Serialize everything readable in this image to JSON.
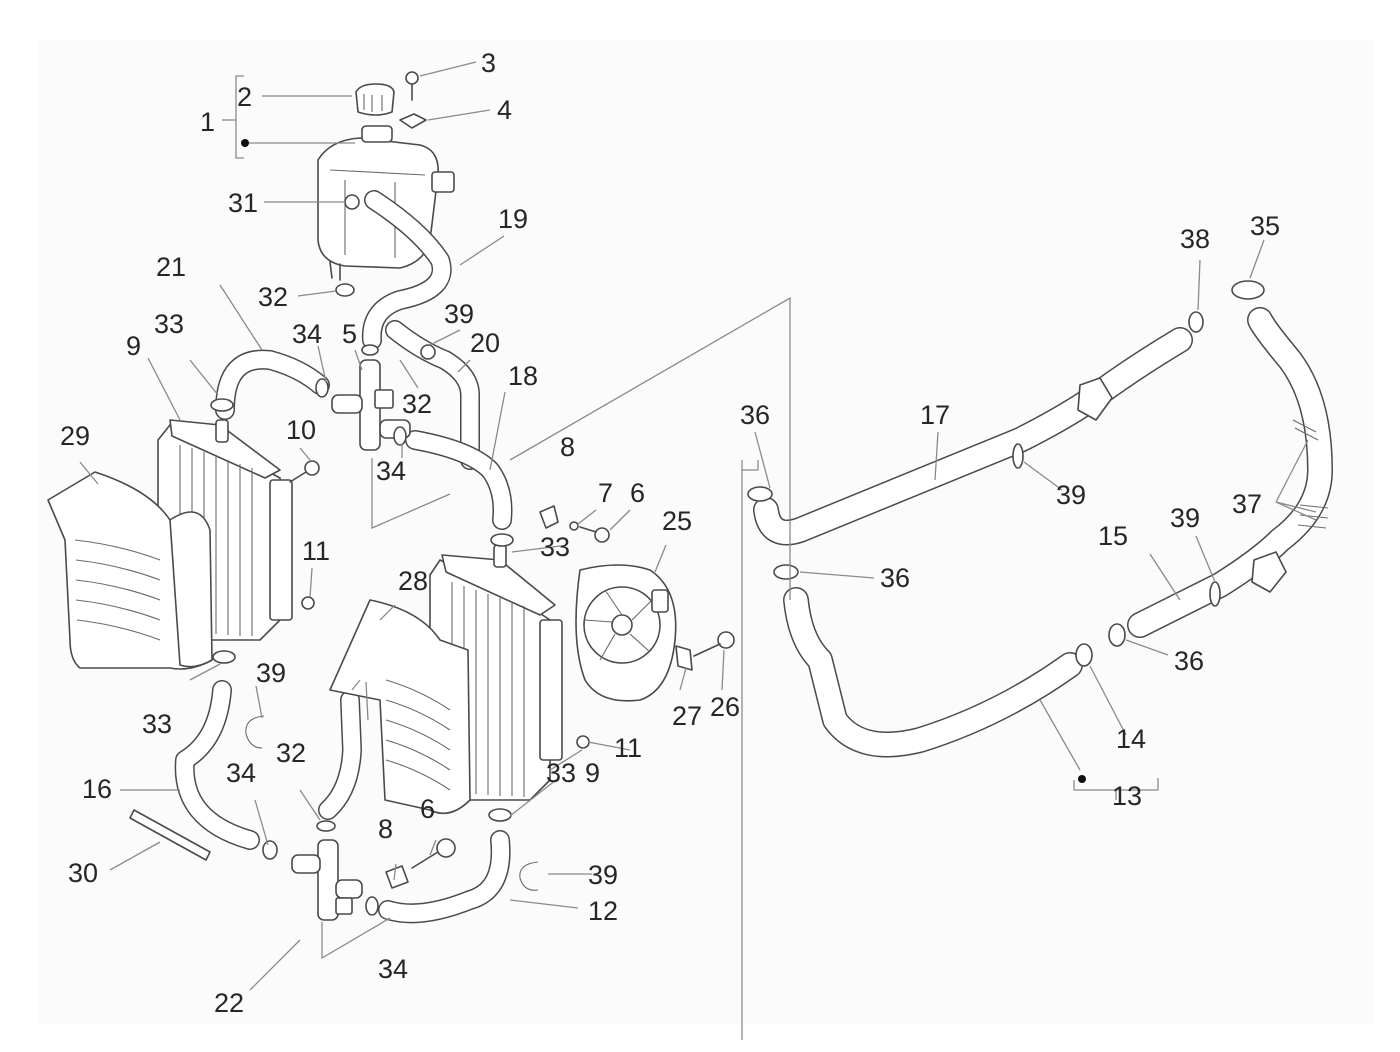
{
  "diagram": {
    "title": "Cooling system exploded parts diagram",
    "callouts": {
      "c1": "1",
      "c2": "2",
      "c3": "3",
      "c4": "4",
      "c5": "5",
      "c6a": "6",
      "c6b": "6",
      "c7": "7",
      "c8a": "8",
      "c8b": "8",
      "c9a": "9",
      "c9b": "9",
      "c10": "10",
      "c11a": "11",
      "c11b": "11",
      "c12": "12",
      "c13": "13",
      "c14": "14",
      "c15": "15",
      "c16": "16",
      "c17": "17",
      "c18": "18",
      "c19": "19",
      "c20": "20",
      "c21": "21",
      "c22": "22",
      "c25": "25",
      "c26": "26",
      "c27": "27",
      "c28": "28",
      "c29": "29",
      "c30": "30",
      "c31": "31",
      "c32a": "32",
      "c32b": "32",
      "c32c": "32",
      "c33a": "33",
      "c33b": "33",
      "c33c": "33",
      "c33d": "33",
      "c34a": "34",
      "c34b": "34",
      "c34c": "34",
      "c34d": "34",
      "c35": "35",
      "c36a": "36",
      "c36b": "36",
      "c36c": "36",
      "c37": "37",
      "c38": "38",
      "c39a": "39",
      "c39b": "39",
      "c39c": "39",
      "c39d": "39",
      "c39e": "39"
    },
    "parts": [
      {
        "id": "1",
        "name": "expansion tank assembly"
      },
      {
        "id": "2",
        "name": "tank cap"
      },
      {
        "id": "3",
        "name": "screw"
      },
      {
        "id": "4",
        "name": "clip nut"
      },
      {
        "id": "5",
        "name": "thermostat fitting"
      },
      {
        "id": "6",
        "name": "bolt"
      },
      {
        "id": "7",
        "name": "washer"
      },
      {
        "id": "8",
        "name": "clip nut"
      },
      {
        "id": "9",
        "name": "radiator"
      },
      {
        "id": "10",
        "name": "screw"
      },
      {
        "id": "11",
        "name": "nut"
      },
      {
        "id": "12",
        "name": "hose"
      },
      {
        "id": "13",
        "name": "hose assembly"
      },
      {
        "id": "14",
        "name": "clamp"
      },
      {
        "id": "15",
        "name": "pipe"
      },
      {
        "id": "16",
        "name": "hose"
      },
      {
        "id": "17",
        "name": "pipe"
      },
      {
        "id": "18",
        "name": "hose"
      },
      {
        "id": "19",
        "name": "hose"
      },
      {
        "id": "20",
        "name": "hose"
      },
      {
        "id": "21",
        "name": "hose"
      },
      {
        "id": "22",
        "name": "three-way fitting"
      },
      {
        "id": "25",
        "name": "electric fan"
      },
      {
        "id": "26",
        "name": "screw"
      },
      {
        "id": "27",
        "name": "bracket"
      },
      {
        "id": "28",
        "name": "radiator cover"
      },
      {
        "id": "29",
        "name": "radiator cover"
      },
      {
        "id": "30",
        "name": "seal strip"
      },
      {
        "id": "31",
        "name": "plug"
      },
      {
        "id": "32",
        "name": "clamp"
      },
      {
        "id": "33",
        "name": "clamp"
      },
      {
        "id": "34",
        "name": "clamp"
      },
      {
        "id": "35",
        "name": "clamp"
      },
      {
        "id": "36",
        "name": "clamp"
      },
      {
        "id": "37",
        "name": "clamps"
      },
      {
        "id": "38",
        "name": "clamp"
      },
      {
        "id": "39",
        "name": "spring clip"
      }
    ]
  }
}
